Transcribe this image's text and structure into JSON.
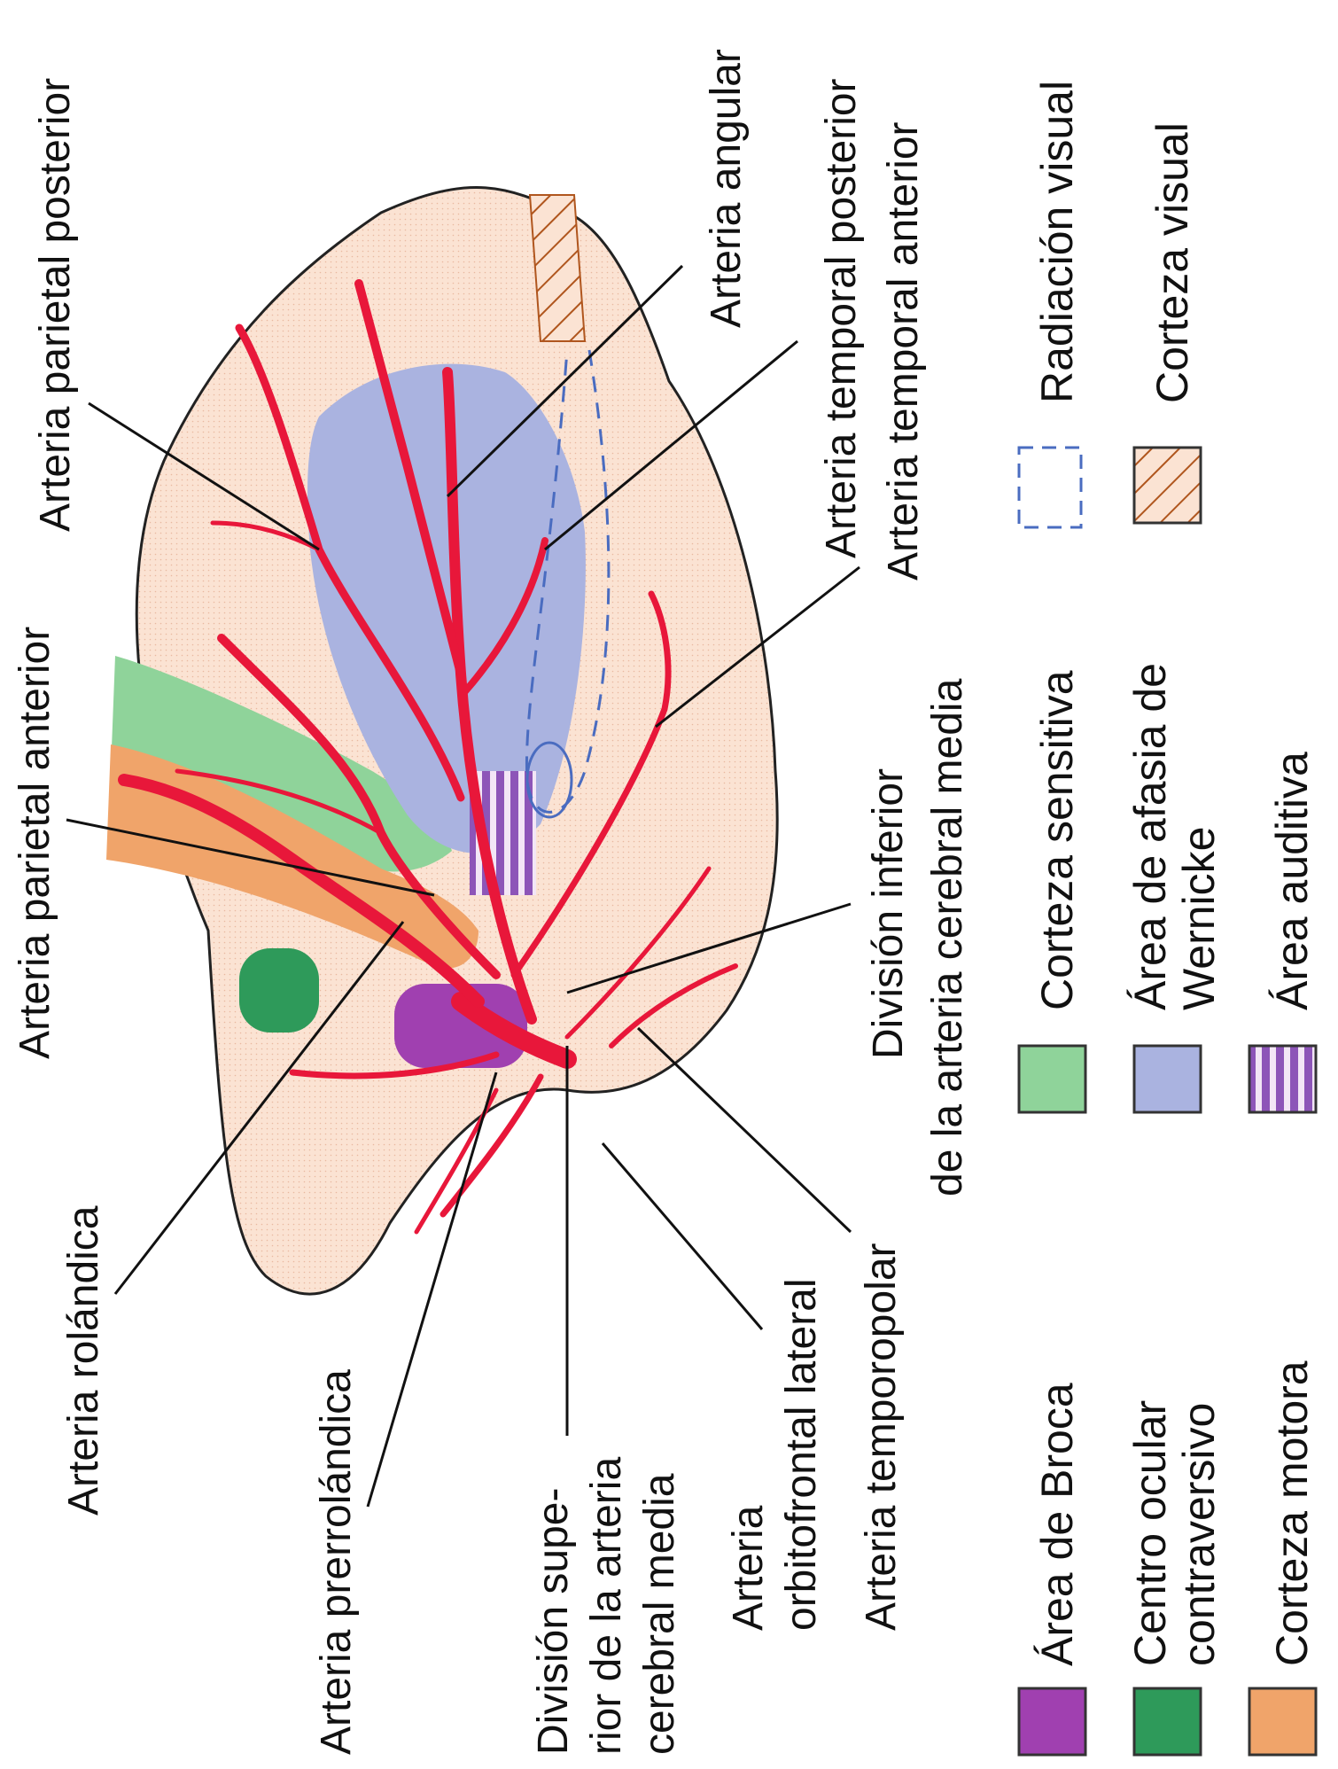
{
  "colors": {
    "hemisphere_fill": "#fbe3d3",
    "hemisphere_stroke": "#222222",
    "artery": "#e8173a",
    "corteza_sensitiva": "#8fd39a",
    "corteza_motora": "#f0a46a",
    "wernicke": "#aab3e0",
    "broca": "#a040b0",
    "centro_ocular": "#2e9a5a",
    "auditiva": "#8d55b8",
    "radiacion_visual": "#4a6cc0",
    "corteza_visual_hatch": "#b0561e"
  },
  "labels": {
    "parietal_posterior": "Arteria parietal posterior",
    "angular": "Arteria angular",
    "temporal_posterior": "Arteria temporal posterior",
    "temporal_anterior": "Arteria temporal anterior",
    "parietal_anterior": "Arteria parietal anterior",
    "division_inferior_1": "División inferior",
    "division_inferior_2": "de la arteria cerebral media",
    "rolandica": "Arteria rolándica",
    "prerrolandica": "Arteria prerrolándica",
    "division_superior_1": "División supe-",
    "division_superior_2": "rior de la arteria",
    "division_superior_3": "cerebral media",
    "orbitofrontal_1": "Arteria",
    "orbitofrontal_2": "orbitofrontal lateral",
    "temporopolar": "Arteria temporopolar"
  },
  "legend": {
    "broca": "Área de Broca",
    "centro_ocular_1": "Centro ocular",
    "centro_ocular_2": "contraversivo",
    "corteza_motora": "Corteza motora",
    "corteza_sensitiva": "Corteza sensitiva",
    "wernicke_1": "Área de afasia de",
    "wernicke_2": "Wernicke",
    "auditiva": "Área auditiva",
    "radiacion_visual": "Radiación visual",
    "corteza_visual": "Corteza visual"
  }
}
